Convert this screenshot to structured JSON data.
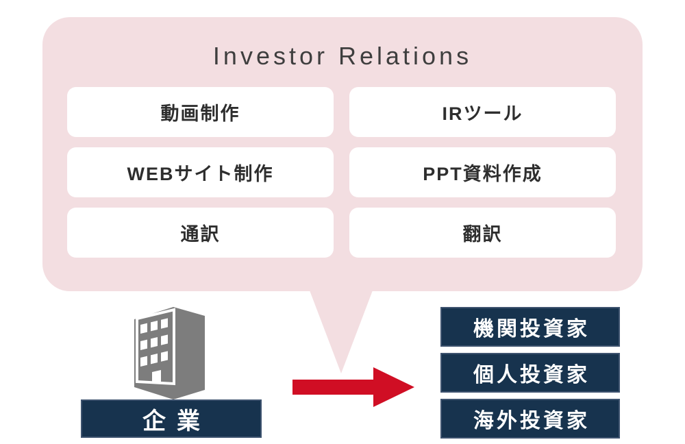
{
  "diagram": {
    "bubble": {
      "title": "Investor Relations",
      "services": [
        {
          "label": "動画制作"
        },
        {
          "label": "IRツール"
        },
        {
          "label": "WEBサイト制作"
        },
        {
          "label": "PPT資料作成"
        },
        {
          "label": "通訳"
        },
        {
          "label": "翻訳"
        }
      ]
    },
    "company": {
      "label": "企業",
      "icon": "building-icon"
    },
    "flow": {
      "icon": "right-arrow-icon"
    },
    "investors": [
      {
        "label": "機関投資家"
      },
      {
        "label": "個人投資家"
      },
      {
        "label": "海外投資家"
      }
    ],
    "colors": {
      "bubble_pink": "#F3DEE1",
      "card_white": "#FFFFFF",
      "navy": "#17334E",
      "navy_border": "#3E536F",
      "arrow_red": "#D00E24",
      "building_gray": "#7D7D7D",
      "title_text": "#3E3E3E",
      "card_text": "#2E2E2E"
    }
  }
}
